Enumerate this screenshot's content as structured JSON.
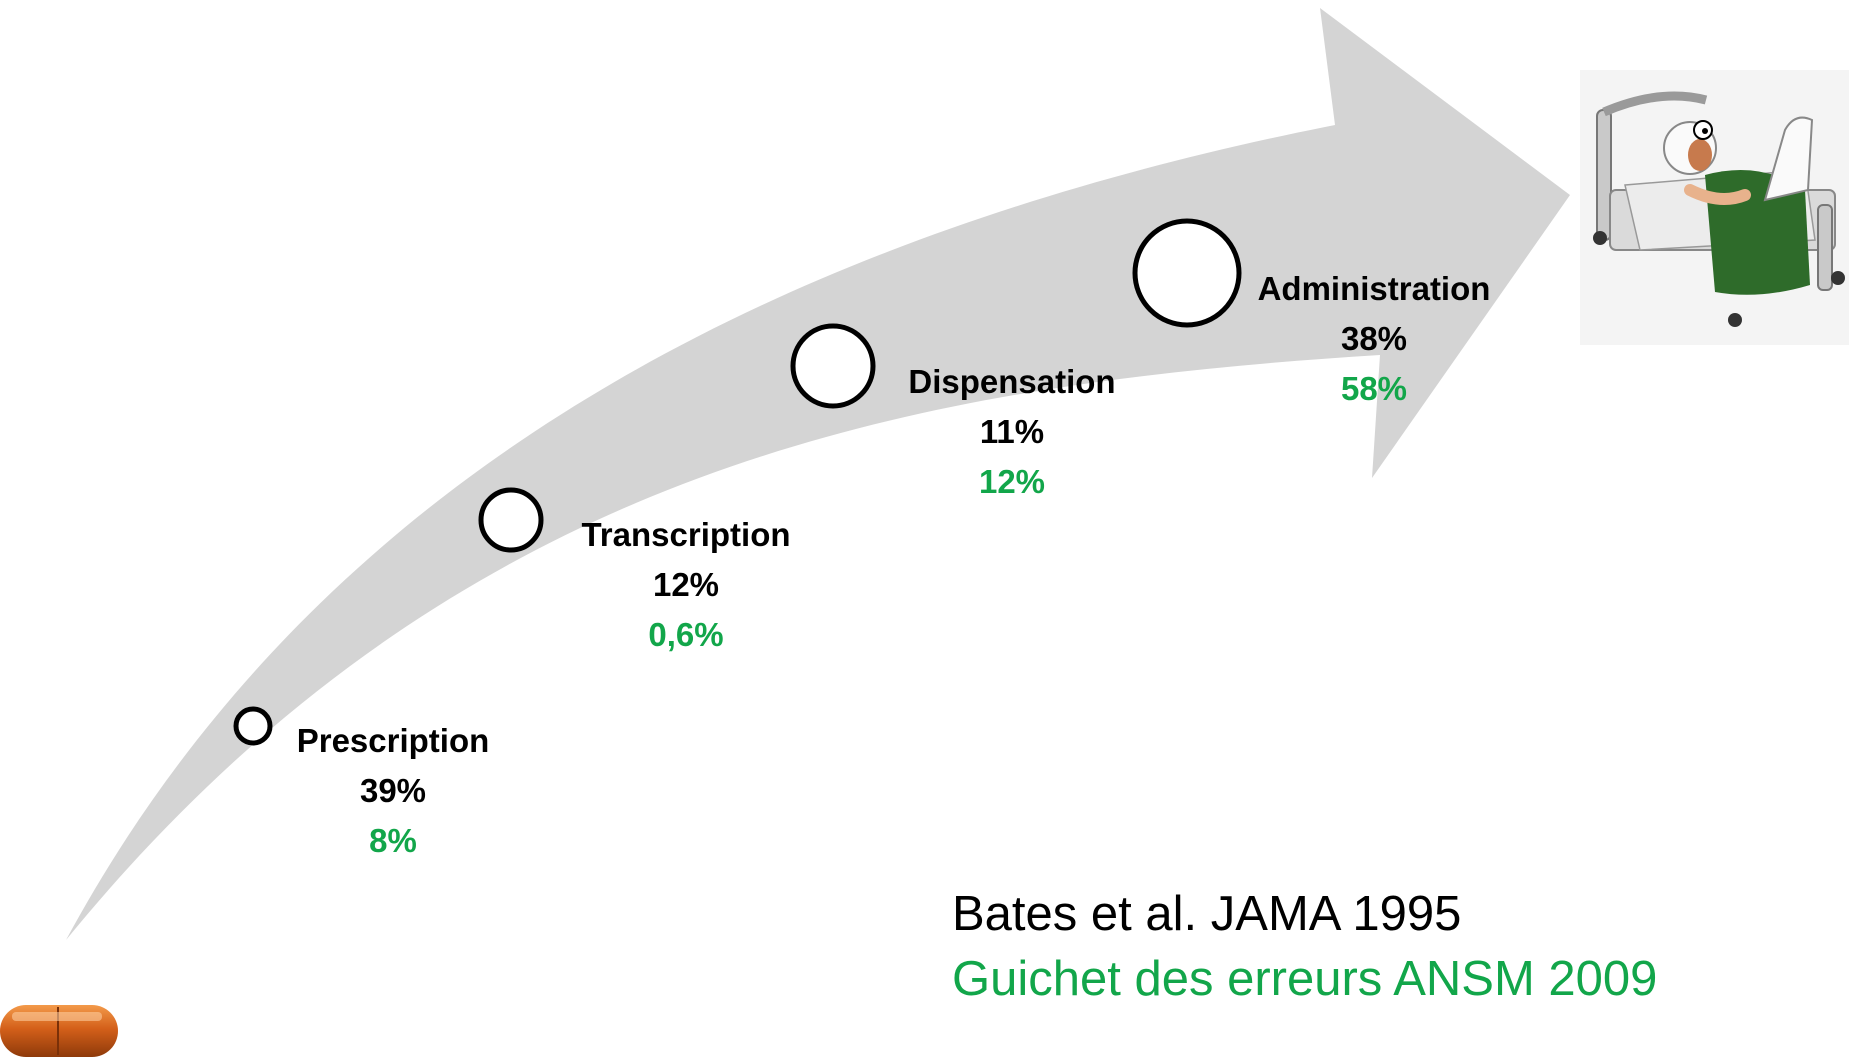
{
  "colors": {
    "arrow": "#d4d4d4",
    "primary_text": "#000000",
    "secondary_text": "#12a64a",
    "circle_stroke": "#000000"
  },
  "steps": [
    {
      "name": "Prescription",
      "value_1995": "39%",
      "value_2009": "8%"
    },
    {
      "name": "Transcription",
      "value_1995": "12%",
      "value_2009": "0,6%"
    },
    {
      "name": "Dispensation",
      "value_1995": "11%",
      "value_2009": "12%"
    },
    {
      "name": "Administration",
      "value_1995": "38%",
      "value_2009": "58%"
    }
  ],
  "references": {
    "primary": "Bates et al. JAMA 1995",
    "secondary": "Guichet des erreurs ANSM 2009"
  },
  "images": {
    "start": "medication-capsule",
    "end": "patient-in-hospital-bed"
  }
}
